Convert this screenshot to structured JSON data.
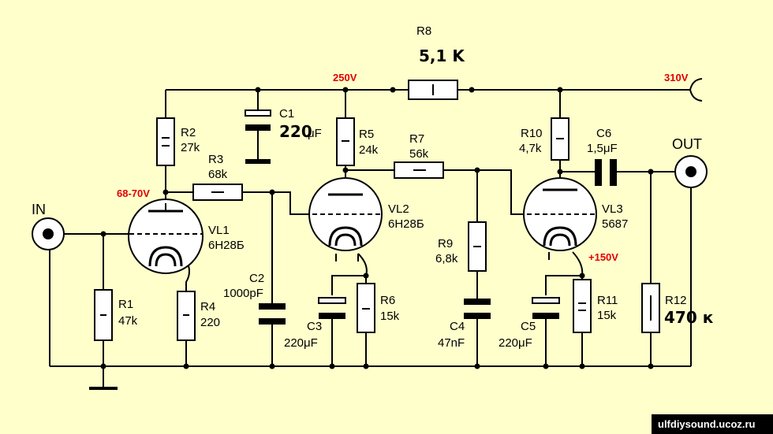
{
  "voltages": {
    "b_plus_250": "250V",
    "supply_310": "310V",
    "vl1_anode": "68-70V",
    "vl3_cathode": "+150V"
  },
  "io": {
    "input": "IN",
    "output": "OUT"
  },
  "resistors": {
    "r1": {
      "ref": "R1",
      "value": "47k"
    },
    "r2": {
      "ref": "R2",
      "value": "27k"
    },
    "r3": {
      "ref": "R3",
      "value": "68k"
    },
    "r4": {
      "ref": "R4",
      "value": "220"
    },
    "r5": {
      "ref": "R5",
      "value": "24k"
    },
    "r6": {
      "ref": "R6",
      "value": "15k"
    },
    "r7": {
      "ref": "R7",
      "value": "56k"
    },
    "r8": {
      "ref": "R8",
      "value": "5,1 K"
    },
    "r9": {
      "ref": "R9",
      "value": "6,8k"
    },
    "r10": {
      "ref": "R10",
      "value": "4,7k"
    },
    "r11": {
      "ref": "R11",
      "value": "15k"
    },
    "r12": {
      "ref": "R12",
      "value": "470 к"
    }
  },
  "capacitors": {
    "c1": {
      "ref": "C1",
      "value_hand": "220",
      "unit": "μF"
    },
    "c2": {
      "ref": "C2",
      "value": "1000pF"
    },
    "c3": {
      "ref": "C3",
      "value": "220μF"
    },
    "c4": {
      "ref": "C4",
      "value": "47nF"
    },
    "c5": {
      "ref": "C5",
      "value": "220μF"
    },
    "c6": {
      "ref": "C6",
      "value": "1,5μF"
    }
  },
  "tubes": {
    "vl1": {
      "ref": "VL1",
      "type": "6Н28Б"
    },
    "vl2": {
      "ref": "VL2",
      "type": "6Н28Б"
    },
    "vl3": {
      "ref": "VL3",
      "type": "5687"
    }
  },
  "watermark": "ulfdiysound.ucoz.ru",
  "colors": {
    "background": "#ffffcc",
    "voltage_label": "#e00000",
    "wire": "#000000",
    "watermark_bar": "#000000"
  }
}
